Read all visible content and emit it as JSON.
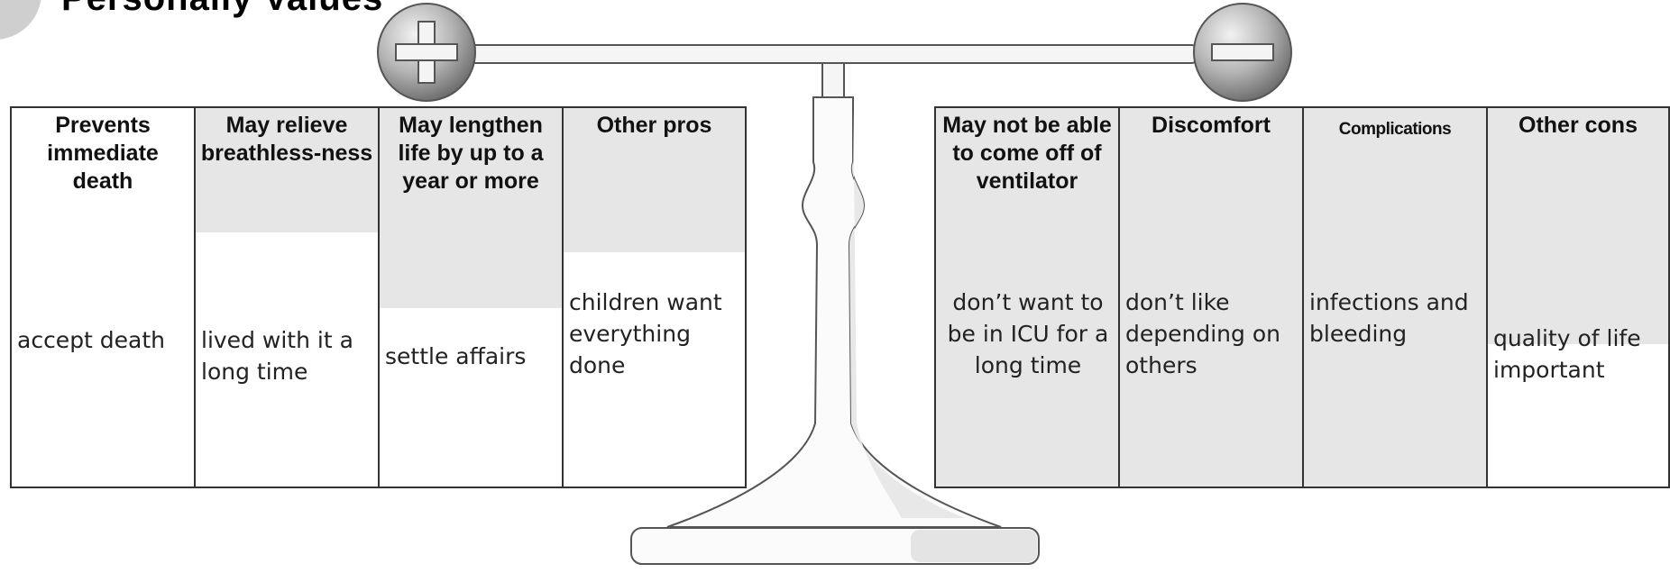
{
  "title": "Personally Values",
  "pros_symbol": "+",
  "cons_symbol": "−",
  "pros": [
    {
      "heading": "Prevents immediate death",
      "note": "accept death"
    },
    {
      "heading": "May relieve breathless-ness",
      "note": "lived with it a long time"
    },
    {
      "heading": "May lengthen life by up to a year or more",
      "note": "settle affairs"
    },
    {
      "heading": "Other pros",
      "note": "children want everything done"
    }
  ],
  "cons": [
    {
      "heading": "May not be able to come off of ventilator",
      "note": "don’t want to be in ICU for a long time"
    },
    {
      "heading": "Discomfort",
      "note": "don’t like depending on others"
    },
    {
      "heading": "Complications",
      "note": "infections and bleeding"
    },
    {
      "heading": "Other cons",
      "note": "quality of life important"
    }
  ],
  "colors": {
    "band": "#e6e6e6",
    "border": "#333333",
    "knob": "#9a9a9a"
  }
}
